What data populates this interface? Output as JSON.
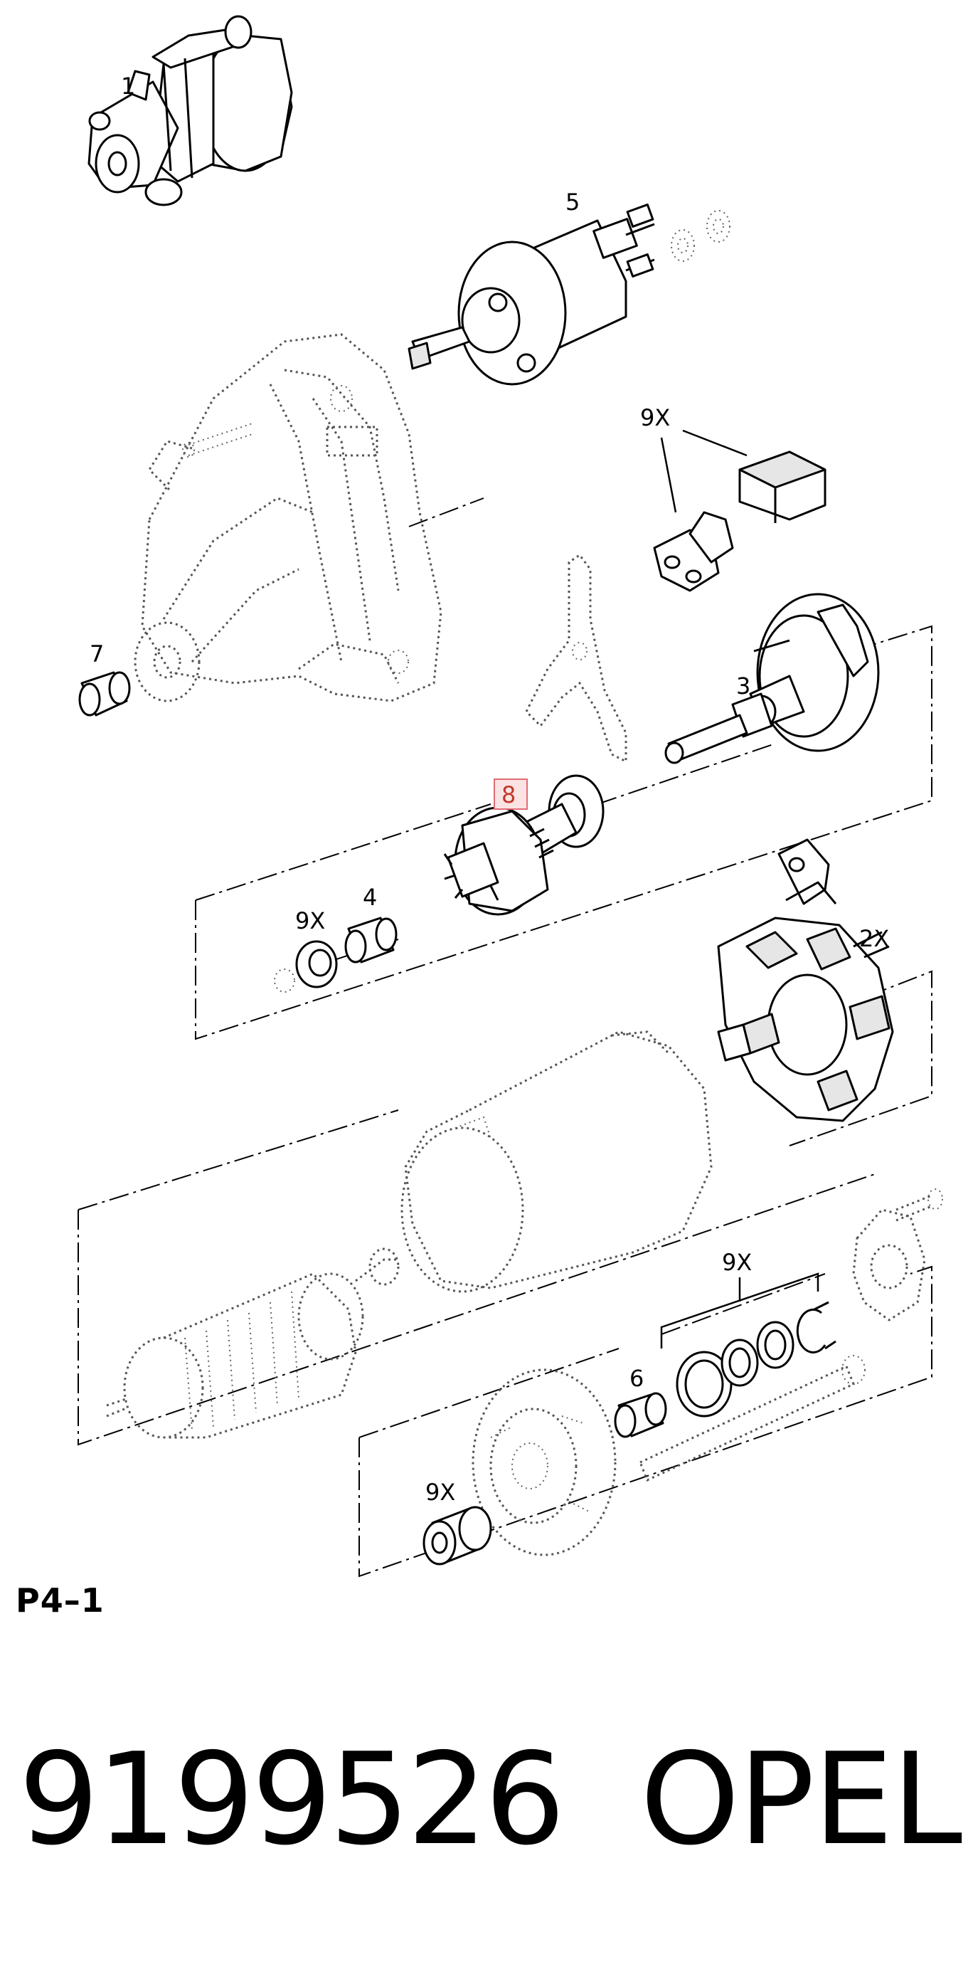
{
  "diagram": {
    "labels": {
      "p1": "1",
      "p5": "5",
      "p9x_top": "9X",
      "p7": "7",
      "p3": "3",
      "p8": "8",
      "p9x_mid": "9X",
      "p4": "4",
      "p2x": "2X",
      "p9x_ring": "9X",
      "p6": "6",
      "p9x_bottom": "9X"
    },
    "highlighted_part": "8",
    "highlight_color": "#e06c75"
  },
  "footer": {
    "page_ref": "P4–1",
    "part_number": "9199526",
    "brand": "OPEL"
  }
}
